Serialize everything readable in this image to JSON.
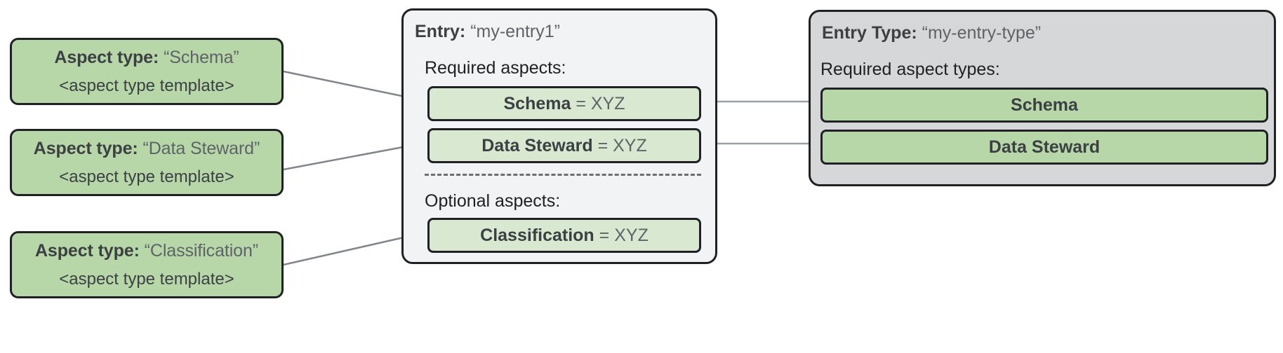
{
  "diagram": {
    "aspect_types": [
      {
        "label": "Aspect type:",
        "name": "“Schema”",
        "template": "<aspect type template>"
      },
      {
        "label": "Aspect type:",
        "name": "“Data Steward”",
        "template": "<aspect type template>"
      },
      {
        "label": "Aspect type:",
        "name": "“Classification”",
        "template": "<aspect type template>"
      }
    ],
    "entry": {
      "label": "Entry:",
      "name": "“my-entry1”",
      "required_heading": "Required aspects:",
      "optional_heading": "Optional aspects:",
      "required_aspects": [
        {
          "name": "Schema",
          "value": "= XYZ"
        },
        {
          "name": "Data Steward",
          "value": "= XYZ"
        }
      ],
      "optional_aspects": [
        {
          "name": "Classification",
          "value": "= XYZ"
        }
      ]
    },
    "entry_type": {
      "label": "Entry Type:",
      "name": "“my-entry-type”",
      "required_heading": "Required aspect types:",
      "required_aspect_types": [
        {
          "name": "Schema"
        },
        {
          "name": "Data Steward"
        }
      ]
    },
    "colors": {
      "background": "#ffffff",
      "aspect_type_green": "#b7d7a8",
      "aspect_row_green": "#d9e8d0",
      "entry_panel_grey": "#f1f3f4",
      "entry_type_panel_grey": "#d5d7d9",
      "border_dark": "#202124",
      "connector_grey": "#80868b",
      "text_dark": "#3c4043",
      "text_muted": "#5f6368"
    }
  }
}
